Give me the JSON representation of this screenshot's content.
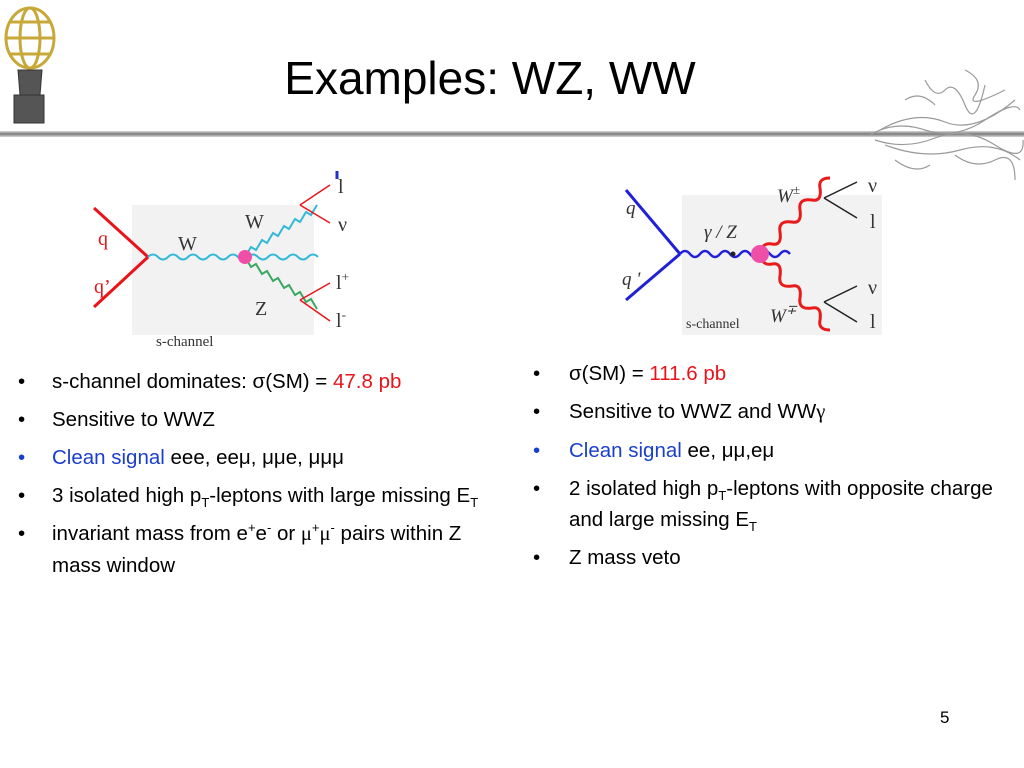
{
  "slide": {
    "title": "Examples: WZ, WW",
    "page_number": "5"
  },
  "left_diagram": {
    "labels": {
      "q": "q",
      "qbar": "q’",
      "w_mid": "W",
      "w_out": "W",
      "z_out": "Z",
      "l": "l",
      "nu": "ν",
      "lplus": "l",
      "lplus_sup": "+",
      "lminus": "l",
      "lminus_sup": "-",
      "channel": "s-channel"
    }
  },
  "right_diagram": {
    "labels": {
      "q": "q",
      "qprime": "q '",
      "gamma_z": "γ / Z",
      "w_plus": "W",
      "w_plus_sup": "±",
      "w_minus": "W",
      "w_minus_sup": "∓",
      "nu1": "ν",
      "l1": "l",
      "nu2": "ν",
      "l2": "l",
      "channel": "s-channel"
    }
  },
  "left_bullets": {
    "b1_text": "s-channel dominates: σ(SM) = ",
    "b1_value": "47.8 pb",
    "b2": "Sensitive to WWZ",
    "b3_highlight": "Clean signal",
    "b3_rest": " eee, eeμ, μμe, μμμ",
    "b4_a": "3 isolated high p",
    "b4_sub": "T",
    "b4_b": "-leptons with large missing E",
    "b4_sub2": "T",
    "b5_a": "invariant mass from e",
    "b5_sup1": "+",
    "b5_b": "e",
    "b5_sup2": "-",
    "b5_c": " or ",
    "b5_mu1": "μ",
    "b5_sup3": "+",
    "b5_mu2": "μ",
    "b5_sup4": "-",
    "b5_d": " pairs within Z mass window"
  },
  "right_bullets": {
    "b1_text": "σ(SM) = ",
    "b1_value": "111.6 pb",
    "b2_text": "Sensitive to WWZ and WW",
    "b2_gamma": "γ",
    "b3_highlight": "Clean signal",
    "b3_rest": " ee, μμ,eμ",
    "b4_a": "2 isolated high p",
    "b4_sub": "T",
    "b4_b": "-leptons with opposite charge and large missing E",
    "b4_sub2": "T",
    "b5": "Z mass veto"
  },
  "bullet_glyph": "•",
  "colors": {
    "value_red": "#e8141a",
    "highlight_blue": "#1a3fcc",
    "quark_red": "#e8141a",
    "boson_cyan": "#33b8d8",
    "boson_green": "#3aa860",
    "vertex_pink": "#f04fa8",
    "quark_blue": "#2020d8",
    "w_red": "#e81a1a",
    "gray_line": "#999999"
  }
}
